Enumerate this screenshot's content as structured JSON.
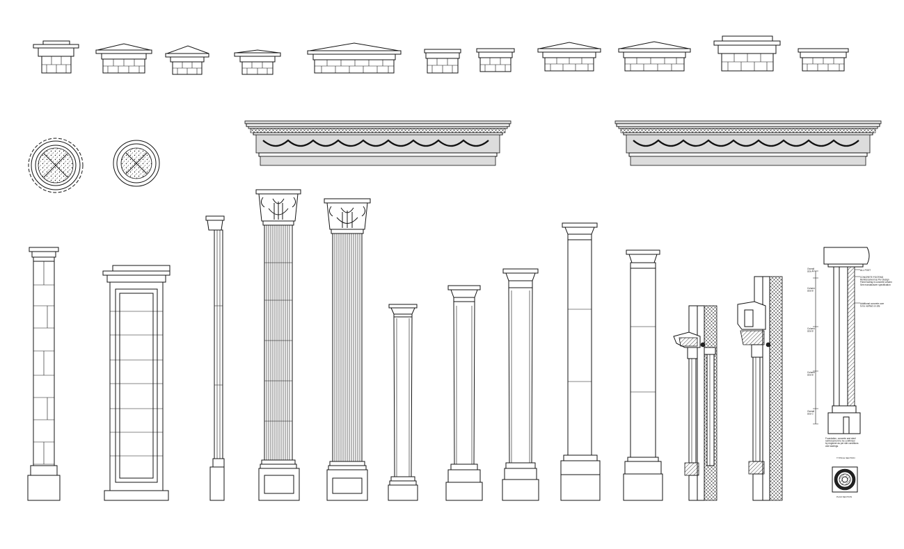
{
  "drawing": {
    "caps_row": [
      "cap-1",
      "cap-2",
      "cap-3",
      "cap-4",
      "cap-5",
      "cap-6",
      "cap-7",
      "cap-8",
      "cap-9",
      "cap-10",
      "cap-11"
    ],
    "column_plans": [
      "round-plan-fluted",
      "round-plan-plain"
    ],
    "entablatures": [
      "entablature-left",
      "entablature-right"
    ],
    "columns": [
      "rusticated-pilaster",
      "paneled-pier",
      "slender-pilaster",
      "corinthian-column-1",
      "corinthian-column-2",
      "tuscan-column-small",
      "tuscan-column-medium",
      "tuscan-column-tall",
      "square-pier-tall",
      "square-pier-medium"
    ],
    "sections": [
      "wall-section-1",
      "wall-section-2"
    ],
    "typical_section": {
      "notes_right": [
        "ALL POST",
        "CONCRETE FOOTING\nReinforcement as Per Design\nFixed footing in concrete column\nSee manufacturer specification",
        "Additional concrete core\nto be verified on site"
      ],
      "dims_left": [
        "Overall\nsize A",
        "Column\nsize B",
        "Column\nsize B",
        "Column\nsize B",
        "Overall\nsize C"
      ],
      "note_bottom": "Foundation, concrete and steel\nreinforcement to be confirmed\nby engineer as per site conditions\nand loadings.",
      "section_label": "TYPICAL SECTION",
      "plan_label": "PLAN SECTION"
    }
  }
}
